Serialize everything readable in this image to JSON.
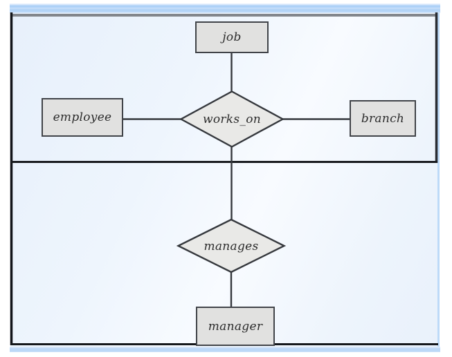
{
  "figure": {
    "type": "er-diagram-aggregation",
    "entities": {
      "job": {
        "label": "job"
      },
      "employee": {
        "label": "employee"
      },
      "branch": {
        "label": "branch"
      },
      "manager": {
        "label": "manager"
      }
    },
    "relationships": {
      "works_on": {
        "label": "works_on"
      },
      "manages": {
        "label": "manages"
      }
    },
    "connections": [
      {
        "from": "job",
        "to": "works_on"
      },
      {
        "from": "employee",
        "to": "works_on"
      },
      {
        "from": "works_on",
        "to": "branch"
      },
      {
        "from": "works_on",
        "to": "manages",
        "via": "aggregation boundary"
      },
      {
        "from": "manages",
        "to": "manager"
      }
    ],
    "aggregation": {
      "members": [
        "employee",
        "job",
        "branch",
        "works_on"
      ]
    },
    "colors": {
      "entity_fill": "#e1e1e0",
      "entity_border": "#404348",
      "relationship_fill": "#e9e9e7",
      "connector_line": "#35383d",
      "frame_gray": "#82868c",
      "frame_black": "#15181c",
      "background_blue": "#e8f1fb",
      "accent_bar_blue": "#abd0f7",
      "right_edge_blue": "#bddaf8",
      "text": "#2c2c2c"
    }
  }
}
